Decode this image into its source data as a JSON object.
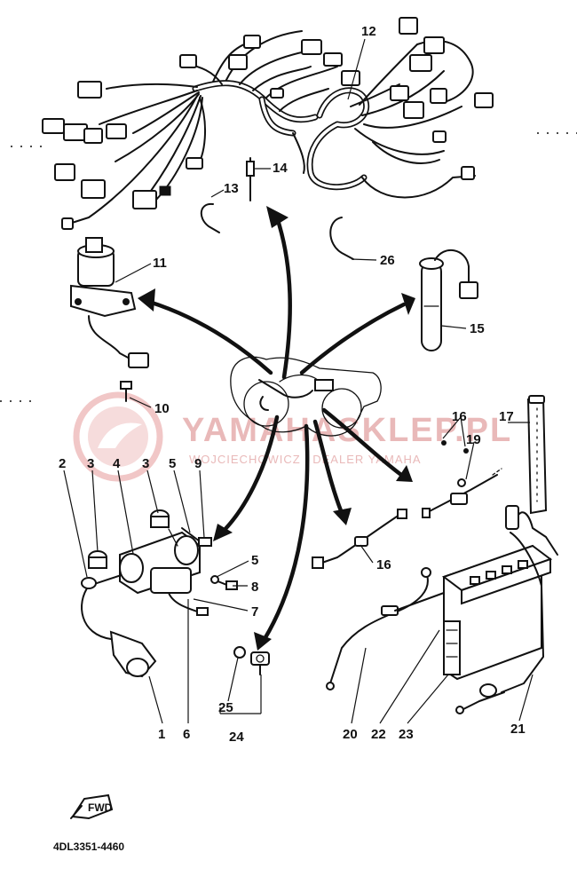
{
  "diagram": {
    "drawing_code": "4DL3351-4460",
    "front_badge": "FWD",
    "watermark": {
      "brand": "YAMAHASKLEP.PL",
      "subline": "WOJCIECHOWICZ | DEALER YAMAHA"
    },
    "callouts": [
      {
        "id": "c1",
        "text": "1"
      },
      {
        "id": "c2",
        "text": "2"
      },
      {
        "id": "c3a",
        "text": "3"
      },
      {
        "id": "c3b",
        "text": "3"
      },
      {
        "id": "c4",
        "text": "4"
      },
      {
        "id": "c5a",
        "text": "5"
      },
      {
        "id": "c5b",
        "text": "5"
      },
      {
        "id": "c6",
        "text": "6"
      },
      {
        "id": "c7",
        "text": "7"
      },
      {
        "id": "c8",
        "text": "8"
      },
      {
        "id": "c9",
        "text": "9"
      },
      {
        "id": "c10",
        "text": "10"
      },
      {
        "id": "c11",
        "text": "11"
      },
      {
        "id": "c12",
        "text": "12"
      },
      {
        "id": "c13",
        "text": "13"
      },
      {
        "id": "c14",
        "text": "14"
      },
      {
        "id": "c15",
        "text": "15"
      },
      {
        "id": "c16a",
        "text": "16"
      },
      {
        "id": "c16b",
        "text": "16"
      },
      {
        "id": "c17",
        "text": "17"
      },
      {
        "id": "c19",
        "text": "19"
      },
      {
        "id": "c20",
        "text": "20"
      },
      {
        "id": "c21",
        "text": "21"
      },
      {
        "id": "c22",
        "text": "22"
      },
      {
        "id": "c23",
        "text": "23"
      },
      {
        "id": "c24",
        "text": "24"
      },
      {
        "id": "c25",
        "text": "25"
      },
      {
        "id": "c26",
        "text": "26"
      }
    ]
  }
}
